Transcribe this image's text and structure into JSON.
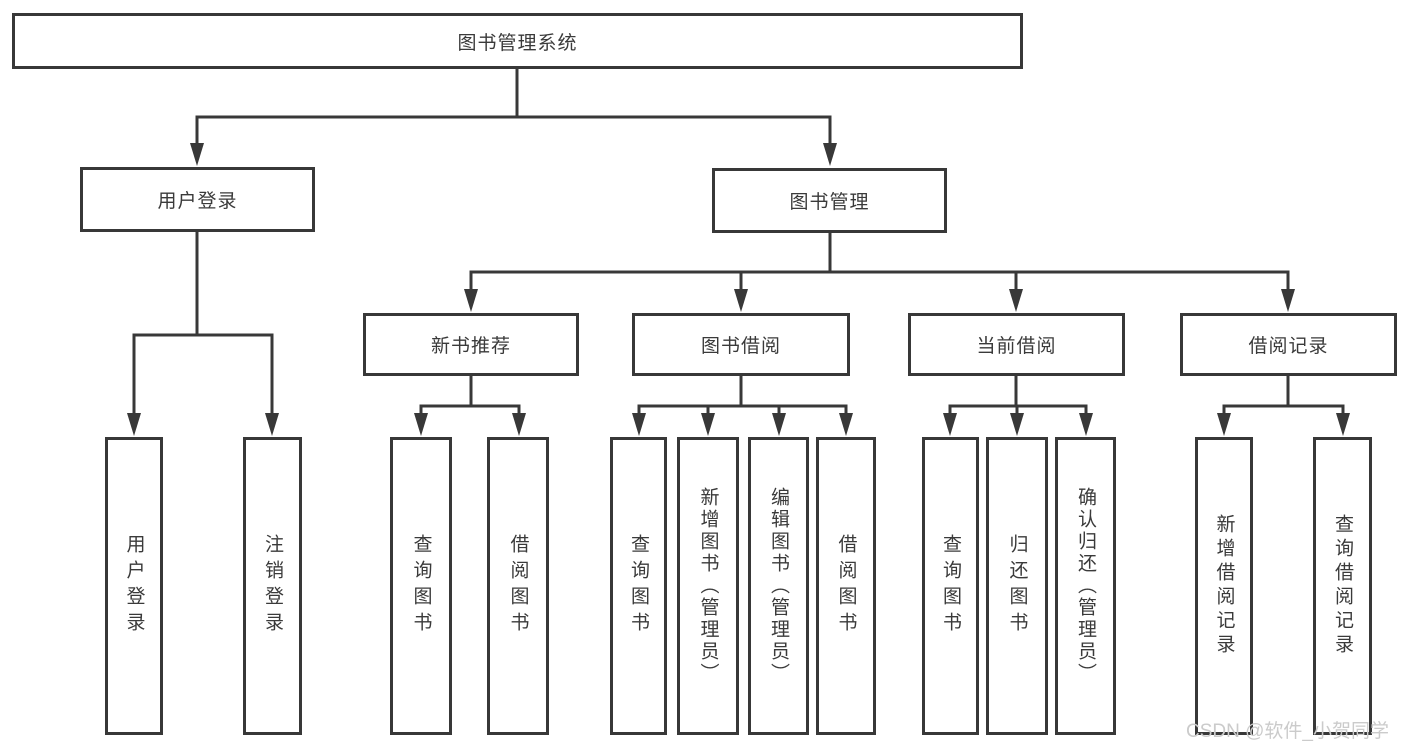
{
  "colors": {
    "line": "#383838",
    "box_border": "#383838",
    "text": "#3a3a3a",
    "background": "#ffffff",
    "watermark": "#cbcbcb"
  },
  "watermark": {
    "text": "CSDN @软件_小贺同学"
  },
  "diagram": {
    "root": {
      "label": "图书管理系统"
    },
    "login": {
      "label": "用户登录",
      "children": [
        {
          "label": "用户登录"
        },
        {
          "label": "注销登录"
        }
      ]
    },
    "mgmt": {
      "label": "图书管理"
    },
    "sections": [
      {
        "label": "新书推荐",
        "children": [
          {
            "label": "查询图书"
          },
          {
            "label": "借阅图书"
          }
        ]
      },
      {
        "label": "图书借阅",
        "children": [
          {
            "label": "查询图书"
          },
          {
            "label": "新增图书（管理员）"
          },
          {
            "label": "编辑图书（管理员）"
          },
          {
            "label": "借阅图书"
          }
        ]
      },
      {
        "label": "当前借阅",
        "children": [
          {
            "label": "查询图书"
          },
          {
            "label": "归还图书"
          },
          {
            "label": "确认归还（管理员）"
          }
        ]
      },
      {
        "label": "借阅记录",
        "children": [
          {
            "label": "新增借阅记录"
          },
          {
            "label": "查询借阅记录"
          }
        ]
      }
    ]
  }
}
